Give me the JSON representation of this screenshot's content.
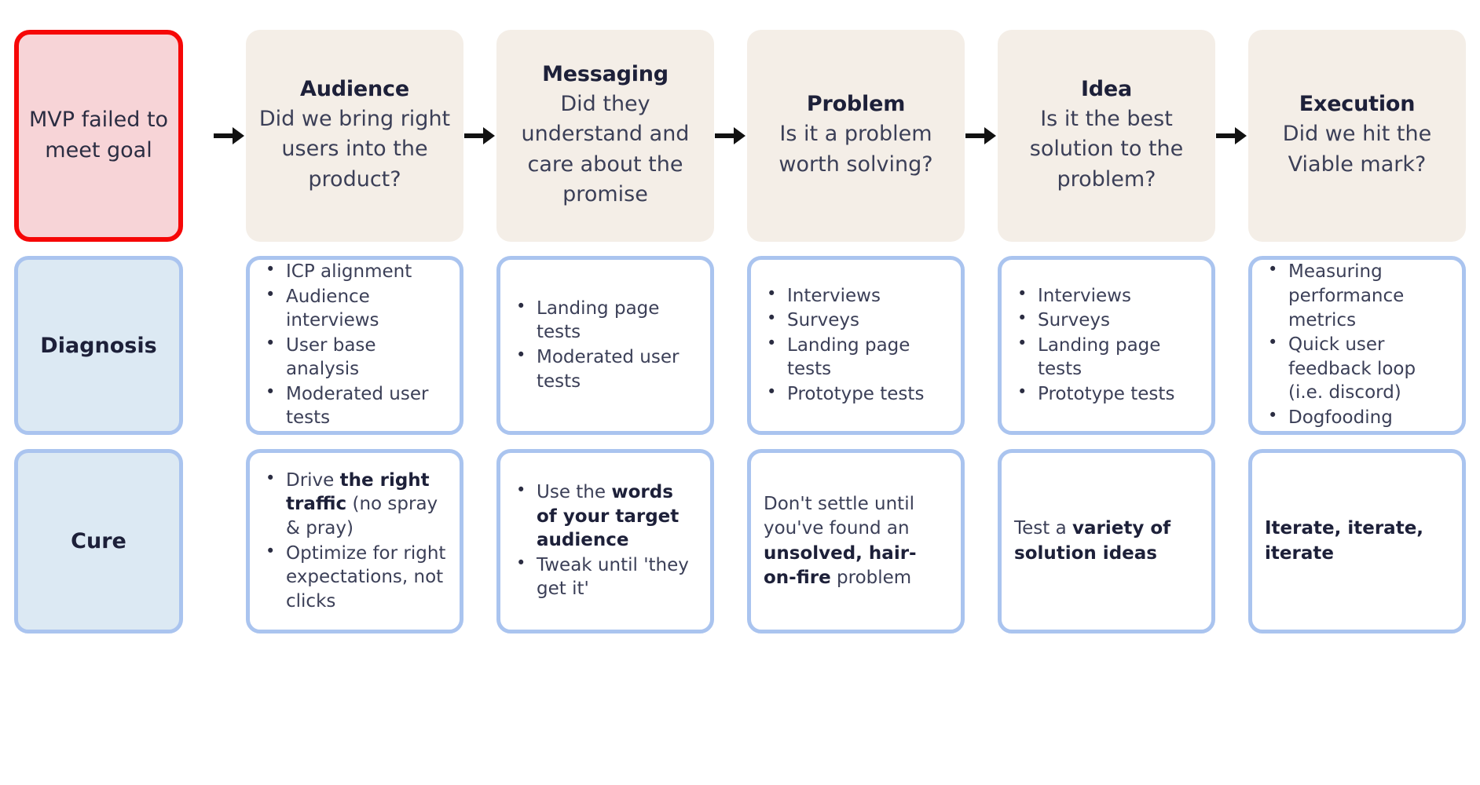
{
  "alert": {
    "text": "MVP failed to meet goal",
    "fill": "#f7d4d7",
    "border": "#f60707"
  },
  "stages": [
    {
      "title": "Audience",
      "question": "Did we bring right users into the product?"
    },
    {
      "title": "Messaging",
      "question": "Did they understand and care about the promise"
    },
    {
      "title": "Problem",
      "question": "Is it a problem worth solving?"
    },
    {
      "title": "Idea",
      "question": "Is it the best solution to the problem?"
    },
    {
      "title": "Execution",
      "question": "Did we hit the Viable mark?"
    }
  ],
  "rows": [
    {
      "label": "Diagnosis"
    },
    {
      "label": "Cure"
    }
  ],
  "diagnosis": {
    "audience": [
      "ICP alignment",
      "Audience interviews",
      "User base analysis",
      "Moderated user tests"
    ],
    "messaging": [
      "Landing page tests",
      "Moderated user tests"
    ],
    "problem": [
      "Interviews",
      "Surveys",
      "Landing page tests",
      "Prototype tests"
    ],
    "idea": [
      "Interviews",
      "Surveys",
      "Landing page tests",
      "Prototype tests"
    ],
    "execution": [
      "Measuring performance metrics",
      "Quick user feedback loop (i.e. discord)",
      "Dogfooding"
    ]
  },
  "cure": {
    "audience": {
      "type": "bullets",
      "items": [
        {
          "parts": [
            {
              "t": "Drive ",
              "b": false
            },
            {
              "t": "the right traffic",
              "b": true
            },
            {
              "t": " (no spray & pray)",
              "b": false
            }
          ]
        },
        {
          "parts": [
            {
              "t": "Optimize for right expectations, not clicks",
              "b": false
            }
          ]
        }
      ]
    },
    "messaging": {
      "type": "bullets",
      "items": [
        {
          "parts": [
            {
              "t": "Use the ",
              "b": false
            },
            {
              "t": "words of your target audience",
              "b": true
            }
          ]
        },
        {
          "parts": [
            {
              "t": "Tweak until 'they get it'",
              "b": false
            }
          ]
        }
      ]
    },
    "problem": {
      "type": "paragraph",
      "parts": [
        {
          "t": "Don't settle until you've found an ",
          "b": false
        },
        {
          "t": "unsolved, hair-on-fire",
          "b": true
        },
        {
          "t": " problem",
          "b": false
        }
      ]
    },
    "idea": {
      "type": "paragraph",
      "parts": [
        {
          "t": "Test a ",
          "b": false
        },
        {
          "t": "variety of solution ideas",
          "b": true
        }
      ]
    },
    "execution": {
      "type": "paragraph",
      "parts": [
        {
          "t": "Iterate, iterate, iterate",
          "b": true
        }
      ]
    }
  },
  "colors": {
    "stage_fill": "#f4eee7",
    "row_label_fill": "#dce9f3",
    "card_border": "#aac4ef",
    "text_dark": "#1d2039",
    "text_body": "#3b3f57",
    "arrow": "#111111"
  },
  "icons": {
    "arrow": "arrow-right-icon"
  }
}
